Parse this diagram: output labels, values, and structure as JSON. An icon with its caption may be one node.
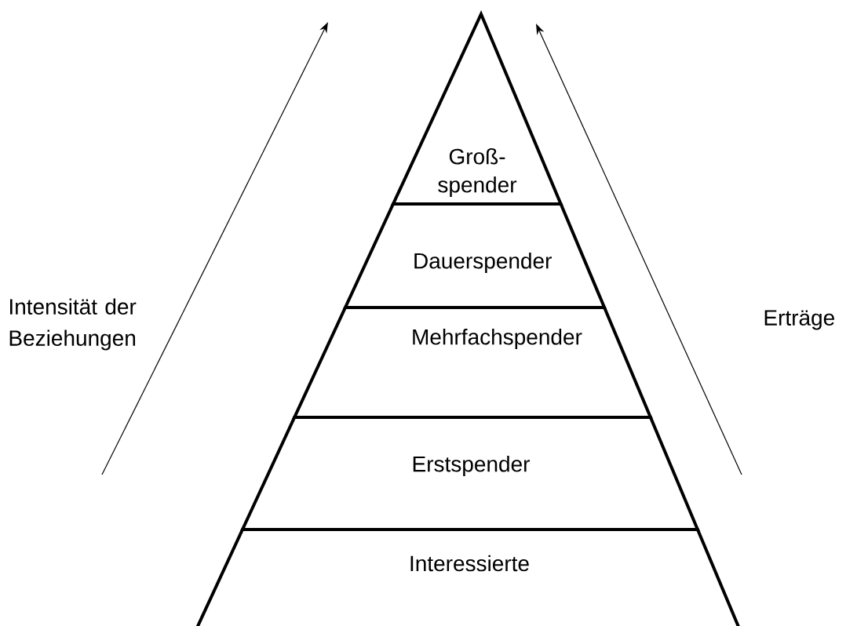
{
  "diagram": {
    "nodes": [
      {
        "text": [
          "Groß- spender"
        ]
      },
      {
        "text": [
          "Dauerspender"
        ]
      },
      {
        "text": [
          "Mehrfachspender"
        ]
      },
      {
        "text": [
          "Erstspender"
        ]
      },
      {
        "text": [
          "Interessierte"
        ]
      }
    ],
    "labels": [
      "Intensität der Beziehungen",
      "Erträge"
    ]
  }
}
